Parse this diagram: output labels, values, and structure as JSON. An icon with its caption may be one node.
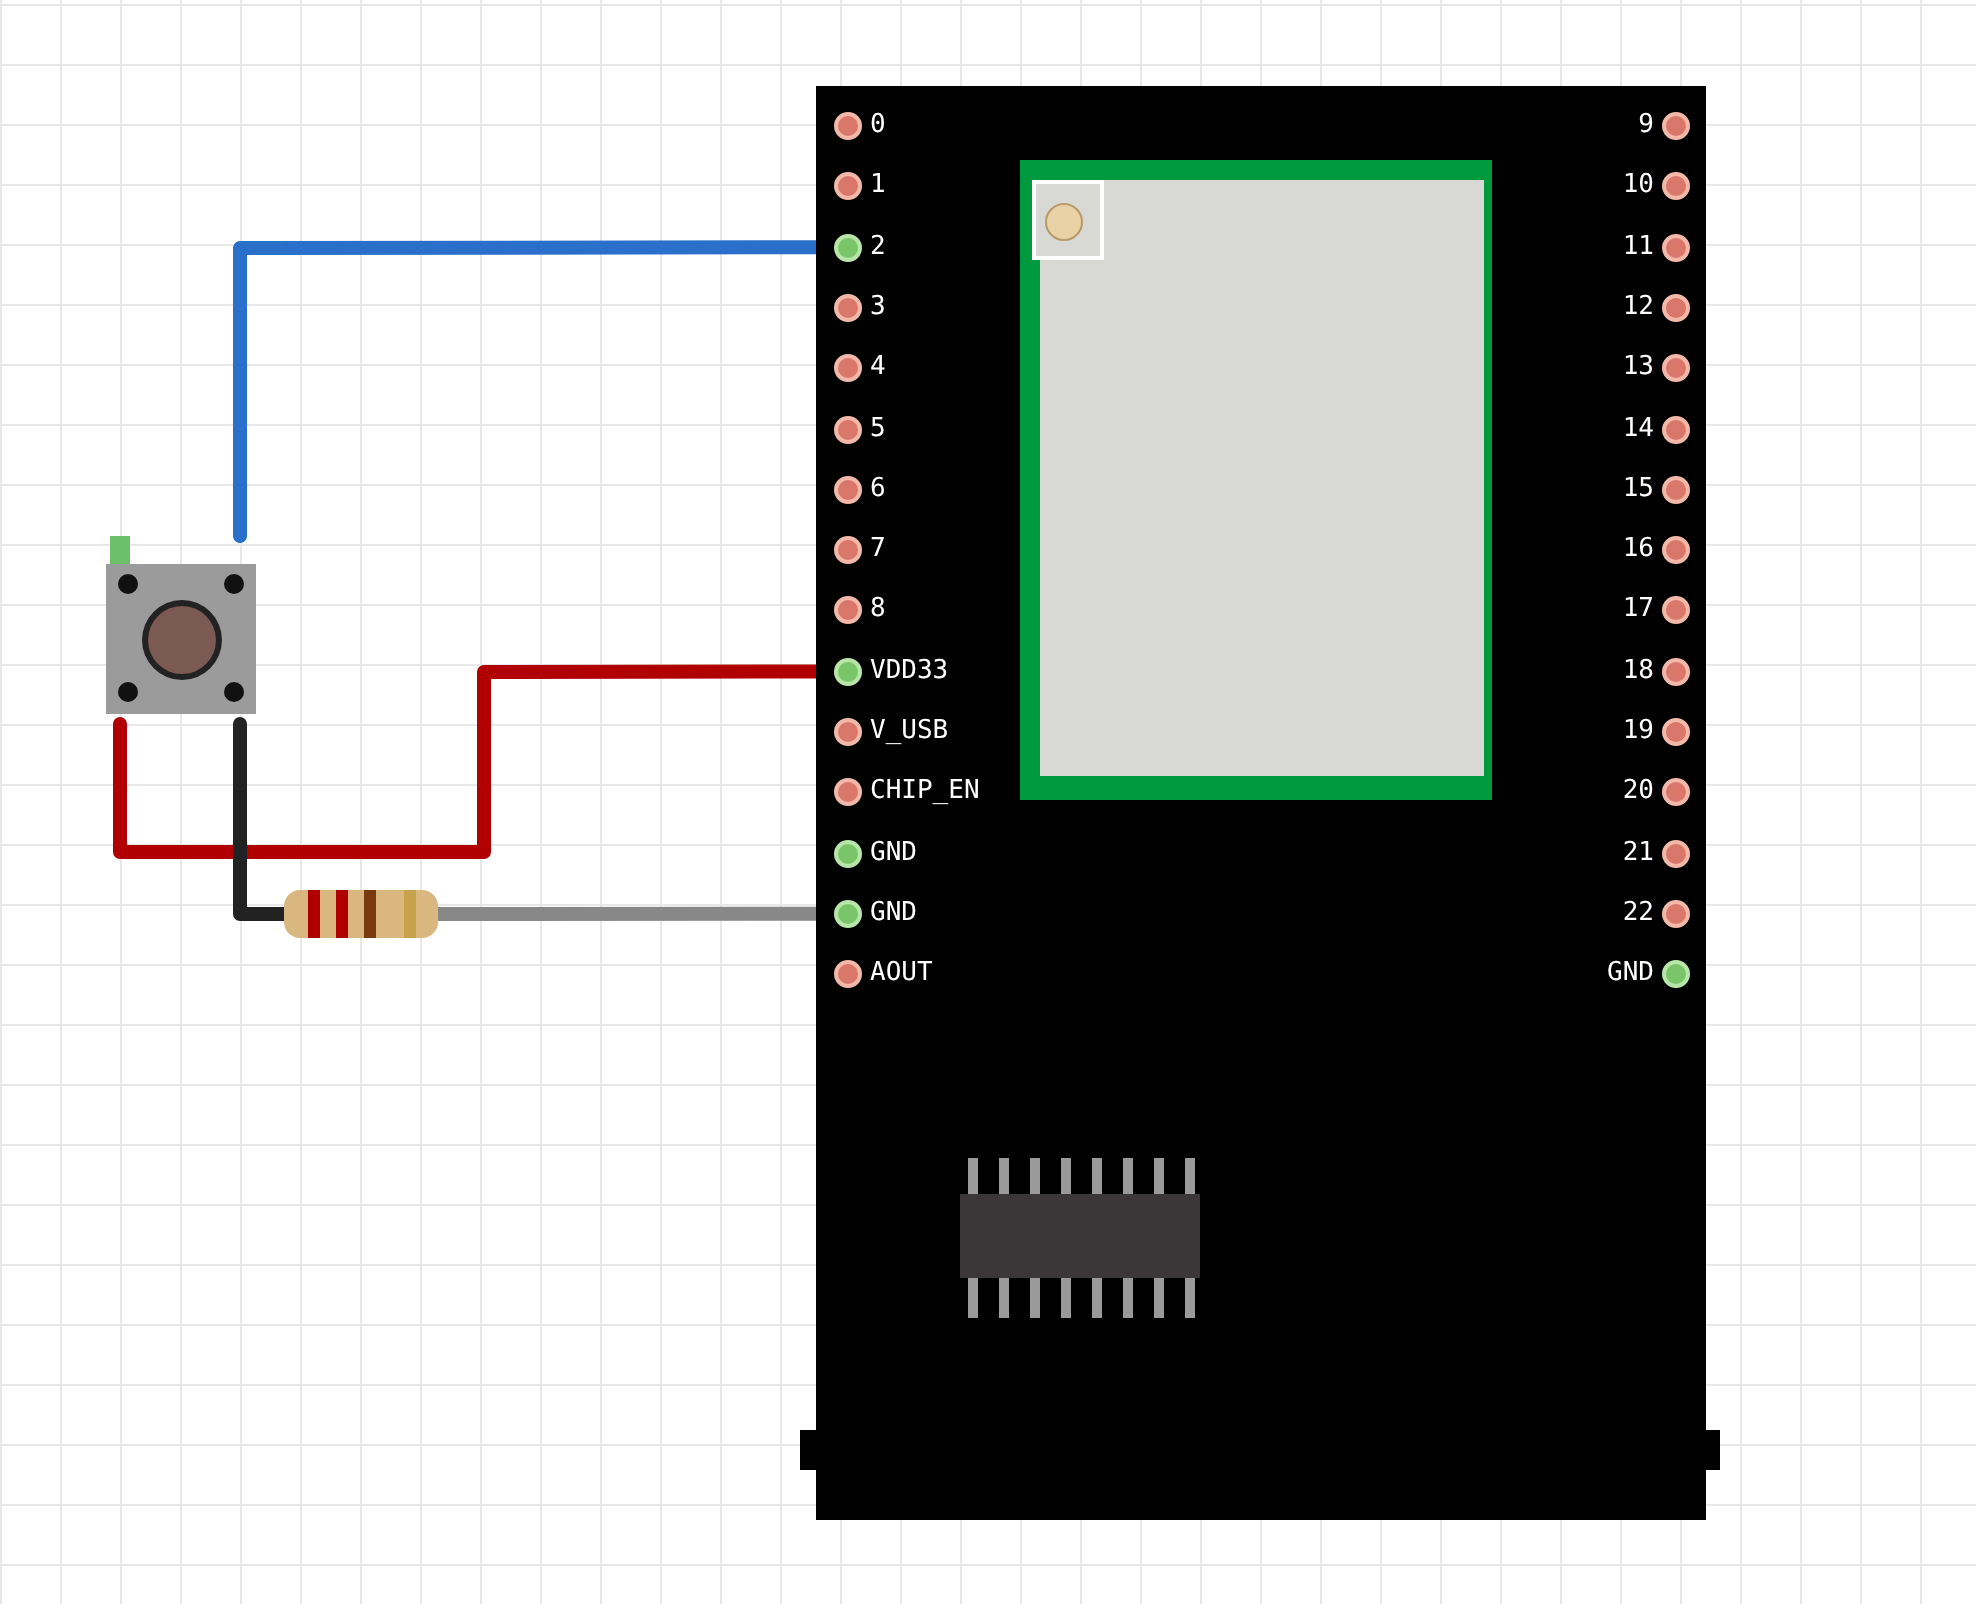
{
  "diagram": {
    "nodes": [
      {
        "text": [],
        "shape": "box"
      },
      {
        "text": [
          "0"
        ],
        "in": 0
      },
      {
        "text": [
          "1"
        ],
        "in": 0
      },
      {
        "text": [
          "2"
        ],
        "in": 0
      },
      {
        "text": [
          "3"
        ],
        "in": 0
      },
      {
        "text": [
          "4"
        ],
        "in": 0
      },
      {
        "text": [
          "5"
        ],
        "in": 0
      },
      {
        "text": [
          "6"
        ],
        "in": 0
      },
      {
        "text": [
          "7"
        ],
        "in": 0
      },
      {
        "text": [
          "8"
        ],
        "in": 0
      },
      {
        "text": [
          "VDD33"
        ],
        "in": 0
      },
      {
        "text": [
          "V_USB"
        ],
        "in": 0
      },
      {
        "text": [
          "CHIP_EN"
        ],
        "in": 0
      },
      {
        "text": [
          "GND"
        ],
        "in": 0
      },
      {
        "text": [
          "GND"
        ],
        "in": 0
      },
      {
        "text": [
          "AOUT"
        ],
        "in": 0
      },
      {
        "text": [
          "9"
        ],
        "in": 0
      },
      {
        "text": [
          "10"
        ],
        "in": 0
      },
      {
        "text": [
          "11"
        ],
        "in": 0
      },
      {
        "text": [
          "12"
        ],
        "in": 0
      },
      {
        "text": [
          "13"
        ],
        "in": 0
      },
      {
        "text": [
          "14"
        ],
        "in": 0
      },
      {
        "text": [
          "15"
        ],
        "in": 0
      },
      {
        "text": [
          "16"
        ],
        "in": 0
      },
      {
        "text": [
          "17"
        ],
        "in": 0
      },
      {
        "text": [
          "18"
        ],
        "in": 0
      },
      {
        "text": [
          "19"
        ],
        "in": 0
      },
      {
        "text": [
          "20"
        ],
        "in": 0
      },
      {
        "text": [
          "21"
        ],
        "in": 0
      },
      {
        "text": [
          "22"
        ],
        "in": 0
      },
      {
        "text": [
          "GND"
        ],
        "in": 0
      },
      {
        "text": [],
        "shape": "picture"
      },
      {
        "text": [],
        "shape": "picture"
      }
    ],
    "edges": [
      {
        "from": 31,
        "to": 3,
        "arrow": "none",
        "color": "#2a6fc9"
      },
      {
        "from": 31,
        "to": 10,
        "arrow": "none",
        "color": "#b00000"
      },
      {
        "from": 31,
        "to": 32,
        "arrow": "none",
        "color": "#222222"
      },
      {
        "from": 32,
        "to": 14,
        "arrow": "none",
        "color": "#888888"
      }
    ]
  }
}
